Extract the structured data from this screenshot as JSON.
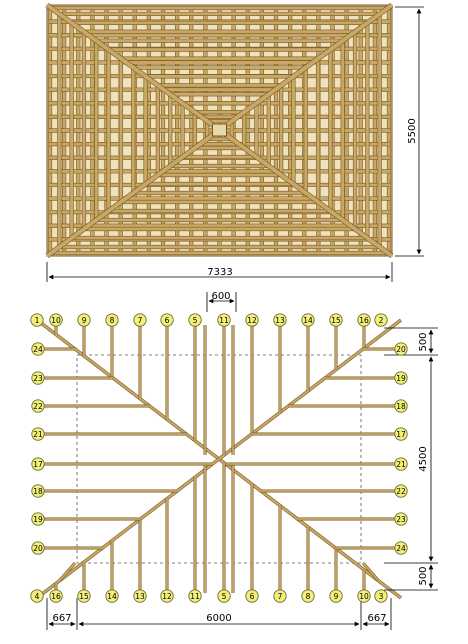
{
  "top_plan": {
    "width_label": "7333",
    "height_label": "5500"
  },
  "rafter_plan": {
    "top_dim_label": "600",
    "right_dims": [
      "500",
      "4500",
      "500"
    ],
    "bottom_dims": [
      "667",
      "6000",
      "667"
    ],
    "top_labels": [
      "1",
      "10",
      "9",
      "8",
      "7",
      "6",
      "5",
      "11",
      "12",
      "13",
      "14",
      "15",
      "16",
      "2"
    ],
    "bottom_labels": [
      "4",
      "16",
      "15",
      "14",
      "13",
      "12",
      "11",
      "5",
      "6",
      "7",
      "8",
      "9",
      "10",
      "3"
    ],
    "left_labels": [
      "24",
      "23",
      "22",
      "21",
      "17",
      "18",
      "19",
      "20"
    ],
    "right_labels": [
      "20",
      "19",
      "18",
      "17",
      "21",
      "22",
      "23",
      "24"
    ]
  },
  "colors": {
    "wood": "#c8a865",
    "wood_dark": "#7a5a28",
    "line": "#000000",
    "label_fill": "#f2f07c",
    "label_stroke": "#6f6a2a"
  }
}
